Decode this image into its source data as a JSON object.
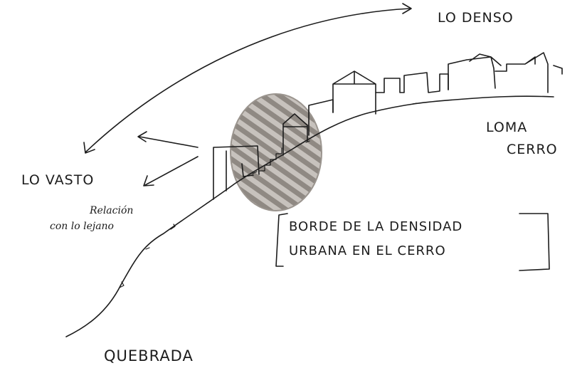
{
  "labels": {
    "lo_denso": "LO DENSO",
    "loma_cerro_line1": "LOMA",
    "loma_cerro_line2": "CERRO",
    "lo_vasto": "LO VASTO",
    "relacion_line1": "Relación",
    "relacion_line2": "con lo lejano",
    "borde_line1": "BORDE DE LA DENSIDAD",
    "borde_line2": "URBANA EN EL CERRO",
    "quebrada": "QUEBRADA"
  },
  "colors": {
    "ink": "#1c1c1c",
    "hatch_fill": "#bdb8b3",
    "hatch_stripe": "#8f8983"
  }
}
